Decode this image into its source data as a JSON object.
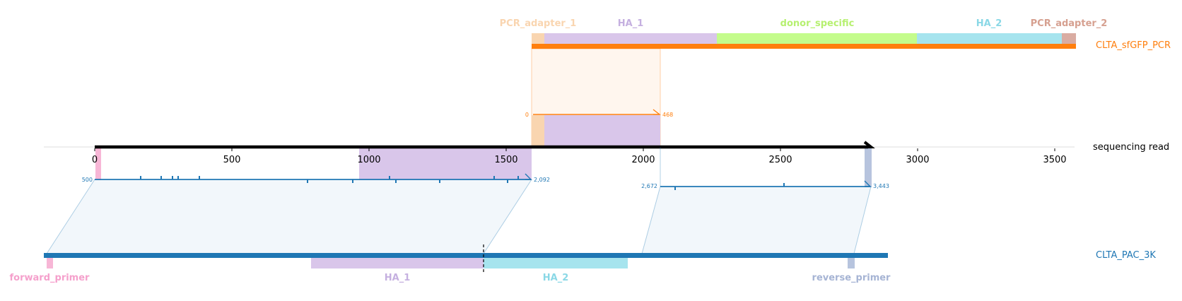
{
  "figure": {
    "rows": {
      "top": {
        "name": "CLTA_sfGFP_PCR",
        "color": "#ff7f0e"
      },
      "middle": {
        "name": "sequencing read",
        "color": "#000000"
      },
      "bottom": {
        "name": "CLTA_PAC_3K",
        "color": "#1f77b4"
      }
    },
    "top_features": [
      {
        "label": "PCR_adapter_1",
        "color": "#f9d5b0",
        "label_color": "#f9d5b0"
      },
      {
        "label": "HA_1",
        "color": "#d9c6ea",
        "label_color": "#c5b0e0"
      },
      {
        "label": "donor_specific",
        "color": "#c4fc8c",
        "label_color": "#b6f070"
      },
      {
        "label": "HA_2",
        "color": "#a6e4ee",
        "label_color": "#8ad8e6"
      },
      {
        "label": "PCR_adapter_2",
        "color": "#d9aca2",
        "label_color": "#d6a090"
      }
    ],
    "bottom_features": [
      {
        "label": "forward_primer",
        "color": "#f7b6d6",
        "label_color": "#f5a0cc"
      },
      {
        "label": "HA_1",
        "color": "#d9c6ea",
        "label_color": "#c5b0e0"
      },
      {
        "label": "HA_2",
        "color": "#a6e4ee",
        "label_color": "#8ad8e6"
      },
      {
        "label": "reverse_primer",
        "color": "#b7c4de",
        "label_color": "#a6b4d4"
      }
    ],
    "axis_ticks": [
      "0",
      "500",
      "1000",
      "1500",
      "2000",
      "2500",
      "3000",
      "3500"
    ],
    "alignment_labels": {
      "top_start": "0",
      "top_end": "468",
      "bottom1_start": "500",
      "bottom1_end": "2,092",
      "bottom2_start": "2,672",
      "bottom2_end": "3,443"
    },
    "colors": {
      "top_alignment": "#ff7f0e",
      "bottom_alignment": "#1f77b4"
    }
  }
}
